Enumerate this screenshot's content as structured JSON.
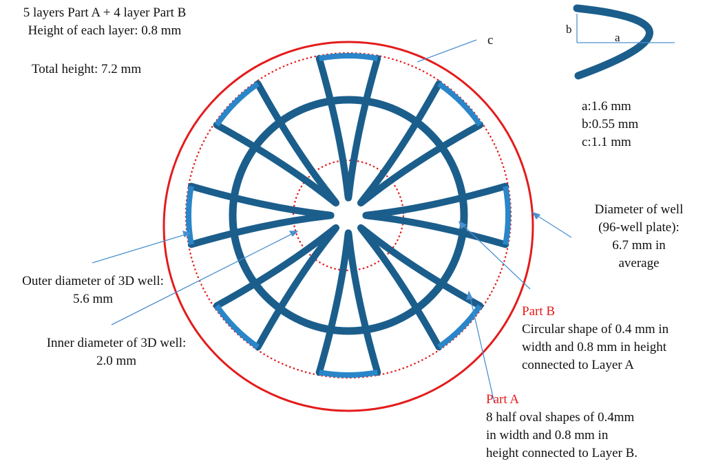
{
  "texts": {
    "layers_line1": "5 layers Part A + 4 layer Part B",
    "layers_line2": "Height of each layer: 0.8 mm",
    "total_height": "Total height: 7.2 mm",
    "label_c": "c",
    "label_a": "a",
    "label_b": "b",
    "dim_a": "a:1.6 mm",
    "dim_b": "b:0.55 mm",
    "dim_c": "c:1.1 mm",
    "well_line1": "Diameter of well",
    "well_line2": "(96-well plate):",
    "well_line3": "6.7 mm in",
    "well_line4": "average",
    "outer_line1": "Outer diameter of 3D well:",
    "outer_line2": "5.6 mm",
    "inner_line1": "Inner diameter of 3D well:",
    "inner_line2": "2.0 mm",
    "partB_title": "Part B",
    "partB_line1": "Circular shape of 0.4 mm in",
    "partB_line2": "width and 0.8 mm in height",
    "partB_line3": "connected  to Layer A",
    "partA_title": "Part A",
    "partA_line1": "8 half oval shapes  of 0.4mm",
    "partA_line2": "in width and 0.8 mm  in",
    "partA_line3": "height connected  to Layer B."
  },
  "colors": {
    "structure": "#1b5e8c",
    "highlight": "#2a86c8",
    "well": "#e41b1b",
    "arrow": "#4a90d0"
  }
}
